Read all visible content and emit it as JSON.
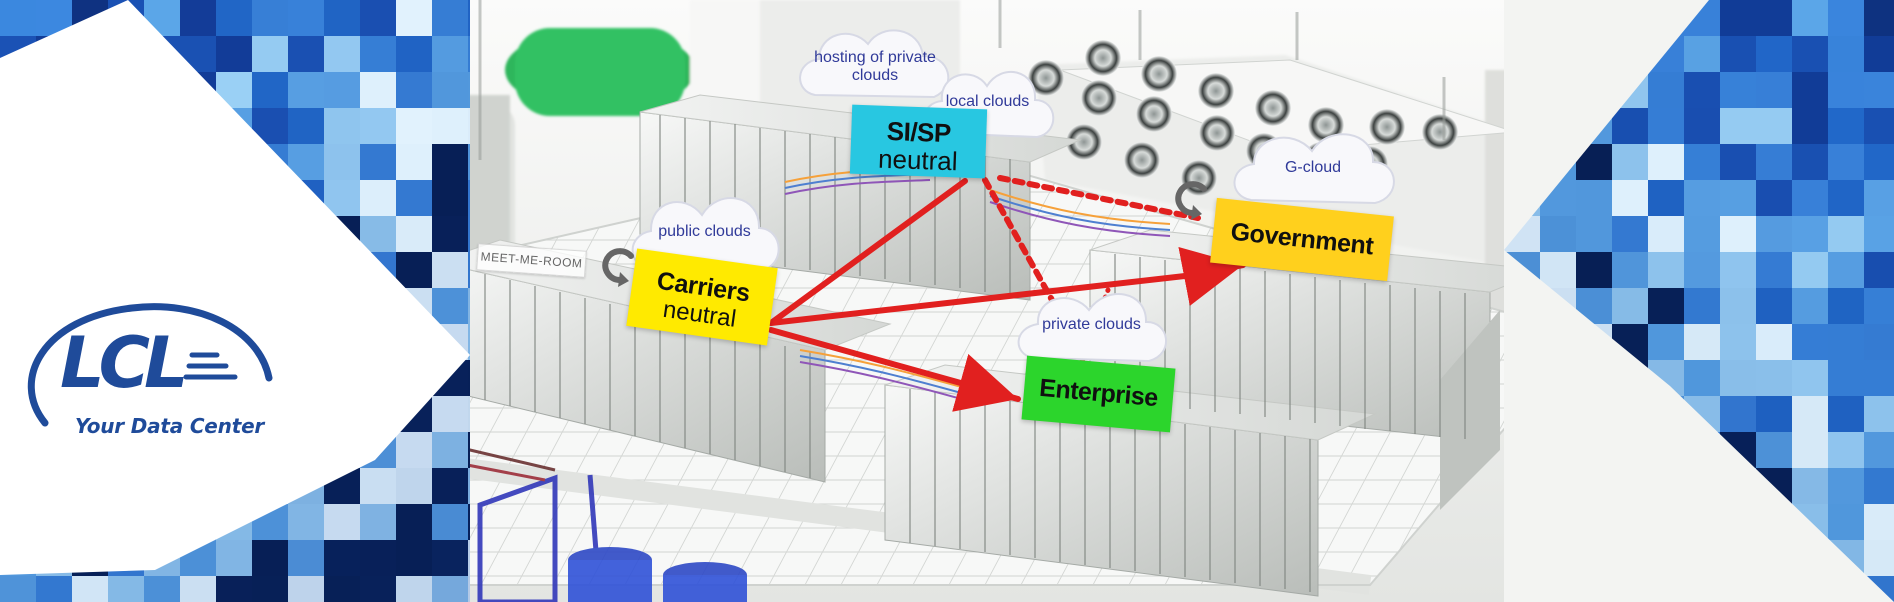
{
  "logo": {
    "name": "LCL",
    "tagline": "Your Data Center"
  },
  "scene": {
    "room_sign": "MEET-ME-ROOM"
  },
  "labels": {
    "si_sp": {
      "title": "SI/SP",
      "subtitle": "neutral"
    },
    "carriers": {
      "title": "Carriers",
      "subtitle": "neutral"
    },
    "government": {
      "title": "Government"
    },
    "enterprise": {
      "title": "Enterprise"
    }
  },
  "clouds": {
    "hosting": "hosting of private clouds",
    "local": "local clouds",
    "public": "public clouds",
    "g_cloud": "G-cloud",
    "private": "private clouds"
  },
  "icons": {
    "logo_mark": "lcl-logo-icon",
    "refresh": "refresh-icon",
    "warning": "warning-sign-icon",
    "fan": "fan-icon",
    "server_rack": "server-rack-icon",
    "cable": "network-cable-icon"
  },
  "colors": {
    "brand_blue": "#1f4b9a",
    "link_red": "#e1201f",
    "si_sp_cyan": "#28c7e1",
    "carriers_yellow": "#ffea00",
    "government_yellow": "#ffd01d",
    "enterprise_green": "#2cd52c",
    "cloud_text": "#303a99"
  }
}
